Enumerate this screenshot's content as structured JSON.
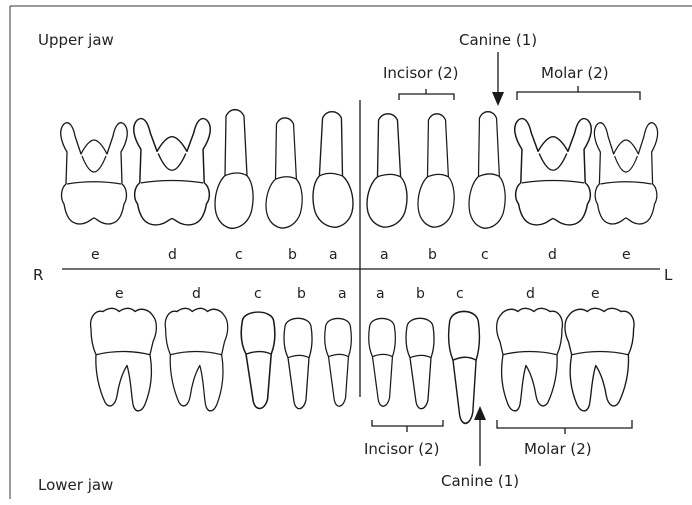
{
  "labels": {
    "upper_jaw": "Upper jaw",
    "lower_jaw": "Lower jaw",
    "side_right": "R",
    "side_left": "L",
    "upper_incisor": "Incisor (2)",
    "upper_canine": "Canine (1)",
    "upper_molar": "Molar (2)",
    "lower_incisor": "Incisor (2)",
    "lower_canine": "Canine (1)",
    "lower_molar": "Molar (2)"
  },
  "upper_letters": [
    "e",
    "d",
    "c",
    "b",
    "a",
    "a",
    "b",
    "c",
    "d",
    "e"
  ],
  "lower_letters": [
    "e",
    "d",
    "c",
    "b",
    "a",
    "a",
    "b",
    "c",
    "d",
    "e"
  ],
  "colors": {
    "line": "#1a1a1a",
    "text": "#222222",
    "border": "#333333"
  }
}
